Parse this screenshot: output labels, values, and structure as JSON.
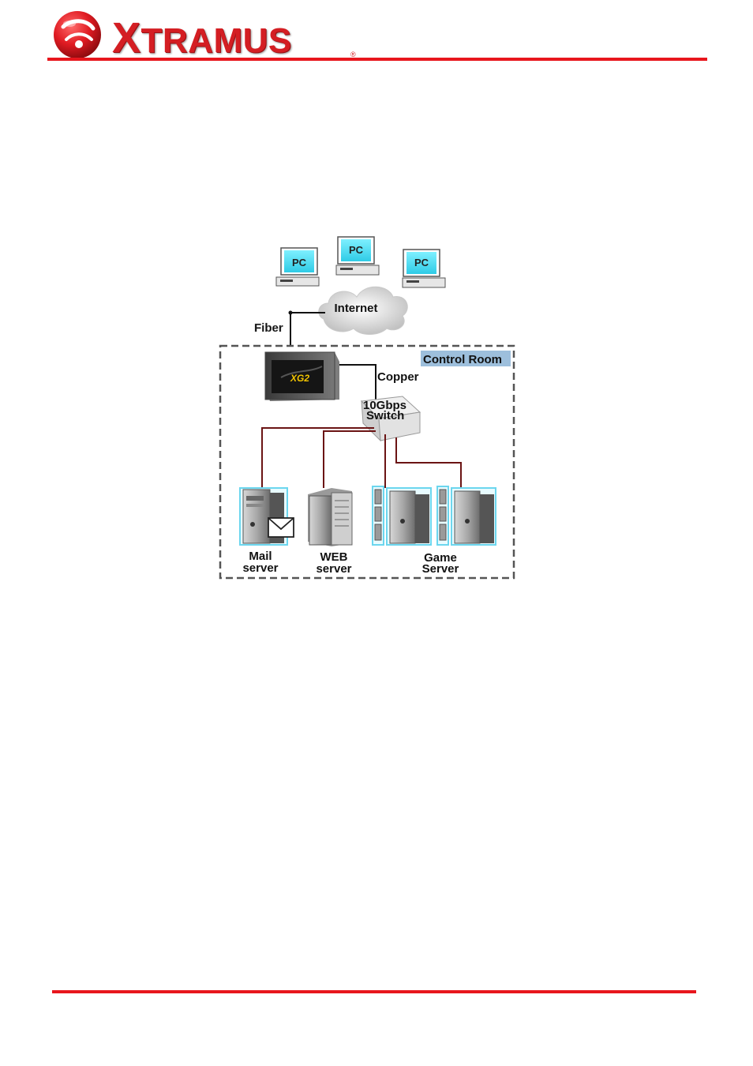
{
  "header": {
    "brand_initial": "X",
    "brand_rest": "TRAMUS",
    "registered_mark": "®"
  },
  "diagram": {
    "pcs": [
      "PC",
      "PC",
      "PC"
    ],
    "internet_label": "Internet",
    "fiber_label": "Fiber",
    "control_room_label": "Control Room",
    "device_label": "XG2",
    "copper_label": "Copper",
    "switch_line1": "10Gbps",
    "switch_line2": "Switch",
    "mail_line1": "Mail",
    "mail_line2": "server",
    "web_line1": "WEB",
    "web_line2": "server",
    "game_line1": "Game",
    "game_line2": "Server"
  },
  "colors": {
    "brand_red": "#e8161d",
    "pc_screen": "#40d8f0",
    "control_room_tab": "#9dbfdc",
    "link_line": "#6b1414"
  }
}
